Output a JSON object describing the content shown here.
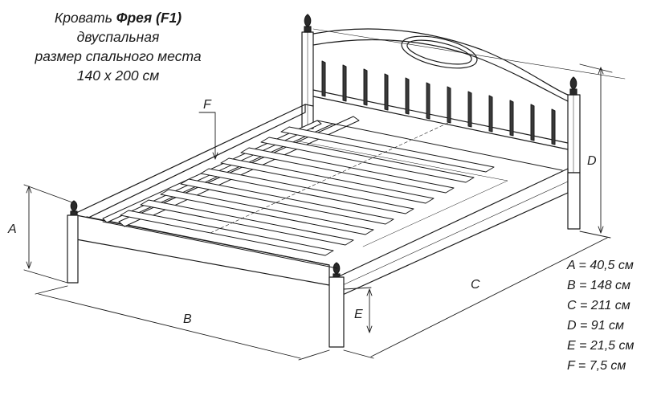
{
  "title": {
    "line1_prefix": "Кровать ",
    "line1_name": "Фрея (F1)",
    "line2": "двуспальная",
    "line3": "размер спального места",
    "line4": "140 х 200 см"
  },
  "labels": {
    "A": "A",
    "B": "B",
    "C": "C",
    "D": "D",
    "E": "E",
    "F": "F"
  },
  "dimensions": [
    {
      "key": "A",
      "text": "A = 40,5 см"
    },
    {
      "key": "B",
      "text": "B = 148 см"
    },
    {
      "key": "C",
      "text": "C = 211 см"
    },
    {
      "key": "D",
      "text": "D = 91 см"
    },
    {
      "key": "E",
      "text": "E = 21,5 см"
    },
    {
      "key": "F",
      "text": "F = 7,5 см"
    }
  ]
}
